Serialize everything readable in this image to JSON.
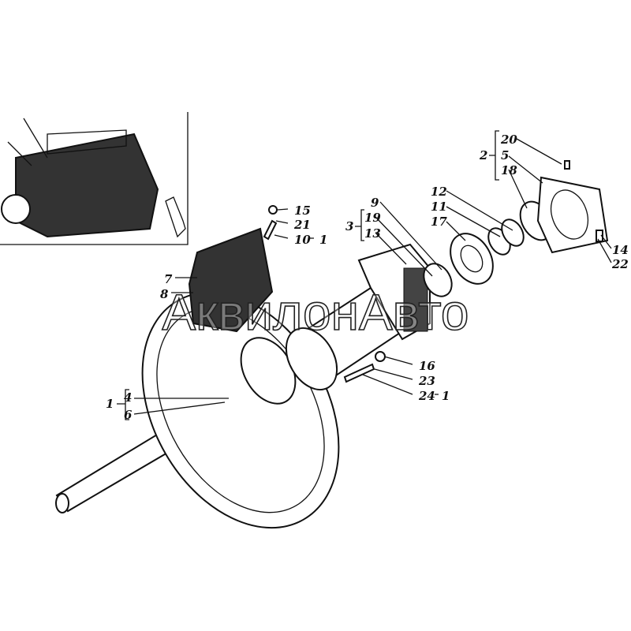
{
  "watermark": "АквилонАвто",
  "labels": {
    "l20": "20",
    "l5": "5",
    "l18": "18",
    "g2": "2",
    "l12": "12",
    "l11": "11",
    "l17": "17",
    "l9": "9",
    "l19": "19",
    "l13": "13",
    "g3": "3",
    "l15": "15",
    "l21": "21",
    "l10": "10",
    "g10": "1",
    "l7": "7",
    "l8": "8",
    "g1": "1",
    "l4": "4",
    "l6": "6",
    "l16": "16",
    "l23": "23",
    "l24": "24",
    "g24": "1",
    "l14": "14",
    "l22": "22"
  }
}
